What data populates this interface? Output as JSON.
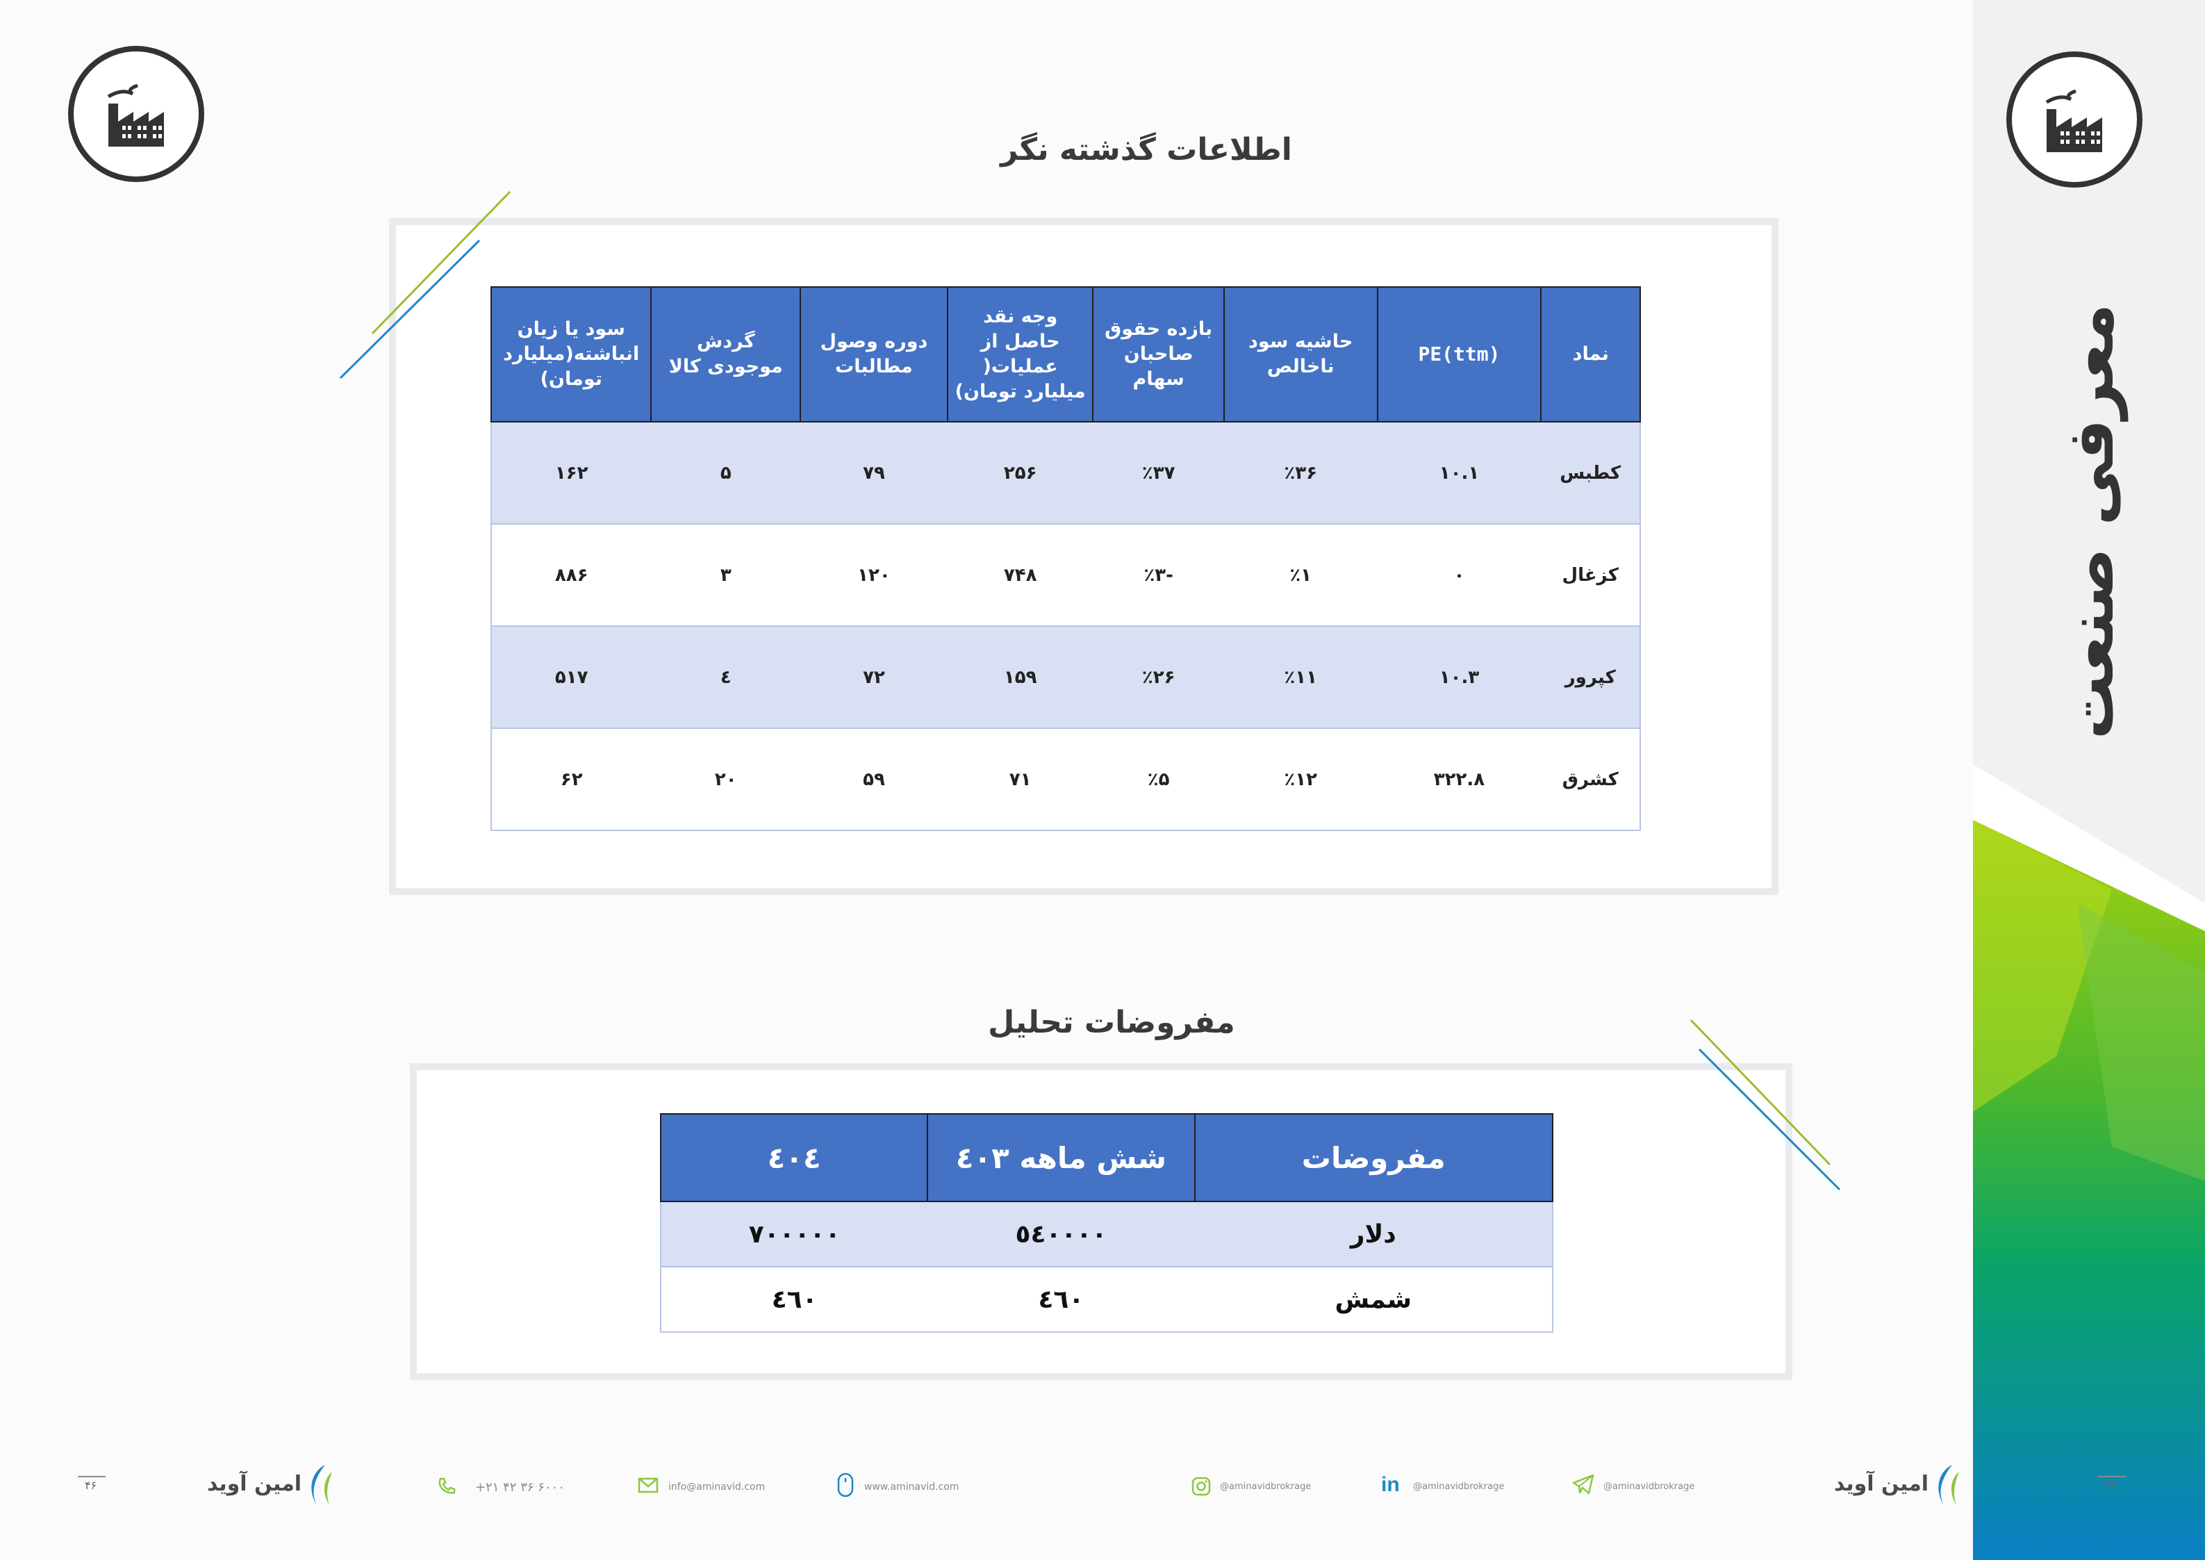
{
  "side_panel": {
    "title": "معرفی صنعت"
  },
  "history": {
    "title": "اطلاعات گذشته نگر",
    "headers": [
      "نماد",
      "PE(ttm)",
      "حاشیه سود ناخالص",
      "بازده حقوق صاحبان سهام",
      "وجه نقد حاصل از عملیات( میلیارد تومان)",
      "دوره وصول مطالبات",
      "گردش موجودی کالا",
      "سود یا زیان انباشته(میلیارد تومان)"
    ],
    "rows": [
      [
        "کطبس",
        "۱۰.۱",
        "٪۳۶",
        "٪۳۷",
        "۲۵۶",
        "۷۹",
        "۵",
        "۱۶۲"
      ],
      [
        "کزغال",
        "۰",
        "٪۱",
        "-٪۳",
        "۷۴۸",
        "۱۲۰",
        "۳",
        "۸۸۶"
      ],
      [
        "کپرور",
        "۱۰.۳",
        "٪۱۱",
        "٪۲۶",
        "۱۵۹",
        "۷۲",
        "٤",
        "۵۱۷"
      ],
      [
        "کشرق",
        "۳۲۲.۸",
        "٪۱۲",
        "٪۵",
        "۷۱",
        "۵۹",
        "۲۰",
        "۶۲"
      ]
    ]
  },
  "assumptions": {
    "title": "مفروضات تحلیل",
    "headers": [
      "مفروضات",
      "شش ماهه ٤۰۳",
      "٤۰٤"
    ],
    "rows": [
      [
        "دلار",
        "٥٤۰۰۰۰",
        "۷۰۰۰۰۰"
      ],
      [
        "شمش",
        "٤٦۰",
        "٤٦۰"
      ]
    ]
  },
  "footer": {
    "brand_left": "امین آوید",
    "brand_right": "امین آوید",
    "phone": "+۲۱ ۴۲ ۳۶ ۶۰۰۰",
    "email": "info@aminavid.com",
    "website": "www.aminavid.com",
    "instagram": "@aminavidbrokrage",
    "linkedin": "@aminavidbrokrage",
    "telegram": "@aminavidbrokrage",
    "page_left": "۴۶",
    "page_right": "۴۷"
  },
  "colors": {
    "header_blue": "#4472c4",
    "band": "#d9e0f3",
    "accent_green": "#8dc63f",
    "accent_blue": "#1e88c8"
  },
  "icons": [
    "factory-icon",
    "phone-icon",
    "mail-icon",
    "mouse-icon",
    "instagram-icon",
    "linkedin-icon",
    "telegram-icon"
  ]
}
